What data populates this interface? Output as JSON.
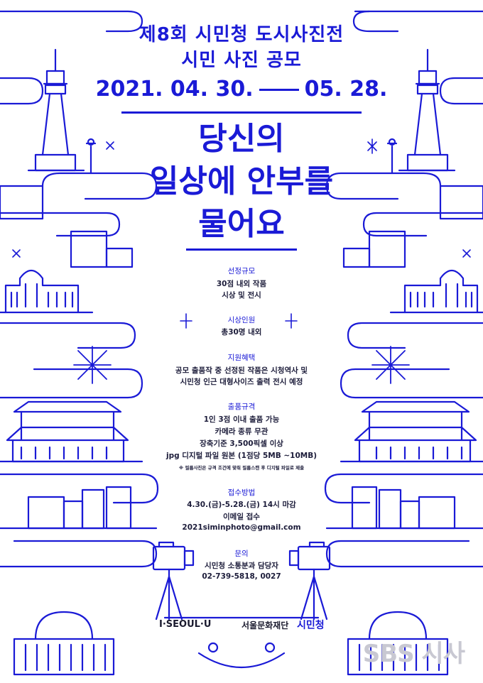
{
  "header": {
    "title_line1": "제8회 시민청 도시사진전",
    "title_line2": "시민 사진 공모",
    "date_start": "2021. 04. 30.",
    "date_end": "05. 28."
  },
  "headline": {
    "line1": "당신의",
    "line2": "일상에 안부를",
    "line3": "물어요"
  },
  "sections": {
    "selection": {
      "title": "선정규모",
      "lines": [
        "30점 내외 작품",
        "시상 및 전시"
      ]
    },
    "awardees": {
      "title": "시상인원",
      "lines": [
        "총30명 내외"
      ]
    },
    "benefits": {
      "title": "지원혜택",
      "lines": [
        "공모 출품작 중 선정된 작품은 시청역사 및",
        "시민청 인근 대형사이즈 출력 전시 예정"
      ]
    },
    "specs": {
      "title": "출품규격",
      "lines": [
        "1인 3점 이내 출품 가능",
        "카메라 종류 무관",
        "장축기준 3,500픽셀 이상",
        "jpg 디지털 파일 원본 (1점당 5MB ~10MB)"
      ],
      "note": "※ 필름사진은 규격 조건에 맞춰 필름스캔 후 디지털 파일로 제출"
    },
    "submission": {
      "title": "접수방법",
      "lines": [
        "4.30.(금)-5.28.(금) 14시 마감",
        "이메일 접수",
        "2021siminphoto@gmail.com"
      ]
    },
    "inquiry": {
      "title": "문의",
      "lines": [
        "시민청 소통분과 담당자",
        "02-739-5818, 0027"
      ]
    }
  },
  "logos": {
    "seoul": "I·SEOUL·U",
    "foundation": "서울문화재단",
    "siminchung": "시민청"
  },
  "watermark": "SBS 시사"
}
